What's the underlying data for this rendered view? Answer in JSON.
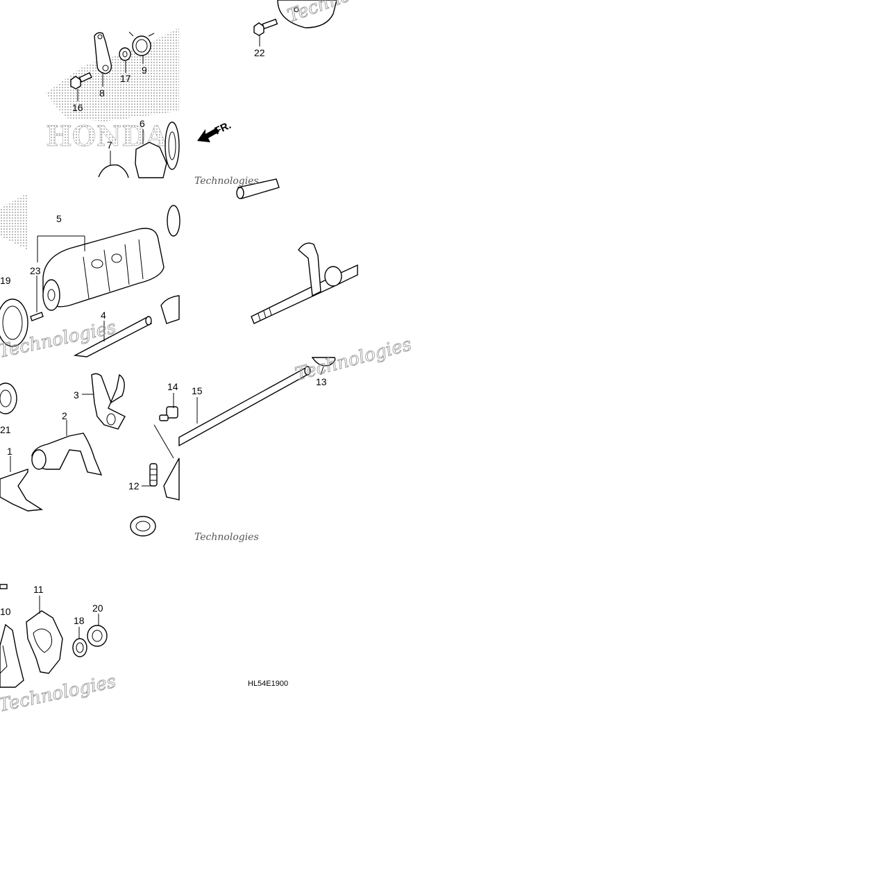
{
  "diagram": {
    "part_code": "HL54E1900",
    "front_arrow_label": "FR.",
    "watermark_text": "Technologies",
    "logo_text": "HONDA",
    "callouts": [
      "1",
      "2",
      "3",
      "4",
      "5",
      "6",
      "7",
      "8",
      "9",
      "10",
      "11",
      "12",
      "13",
      "14",
      "15",
      "16",
      "17",
      "18",
      "19",
      "20",
      "21",
      "22",
      "23"
    ],
    "colors": {
      "ink": "#000000",
      "watermark": "#9a9a9a",
      "background": "#ffffff"
    }
  }
}
